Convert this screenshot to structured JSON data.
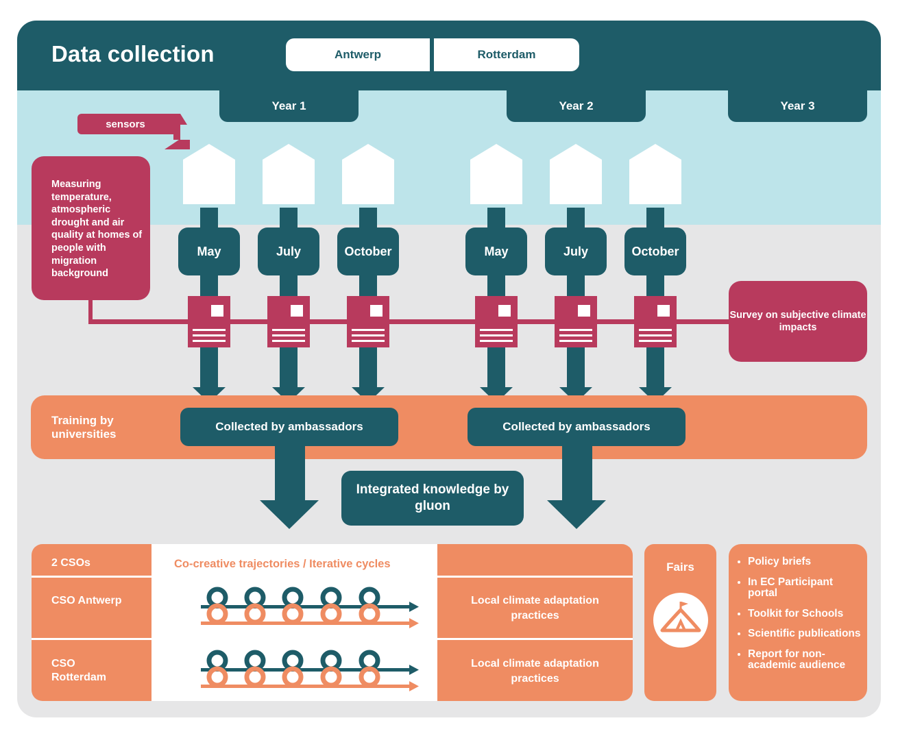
{
  "header": {
    "title": "Data collection",
    "tabs": [
      "Antwerp",
      "Rotterdam"
    ]
  },
  "years": [
    "Year 1",
    "Year 2",
    "Year 3"
  ],
  "sensors_label": "sensors",
  "measuring_text": "Measuring temperature, atmospheric drought and air quality at homes of people with migration background",
  "months": [
    "May",
    "July",
    "October",
    "May",
    "July",
    "October"
  ],
  "survey_text": "Survey on subjective climate impacts",
  "training_text": "Training by universities",
  "collected_label": "Collected by ambassadors",
  "integrated_text": "Integrated knowledge by gluon",
  "grid": {
    "csos_label": "2 CSOs",
    "cycles_label": "Co-creative trajectories / Iterative cycles",
    "rows": [
      {
        "org": "CSO Antwerp",
        "practice": "Local climate adaptation practices"
      },
      {
        "org": "CSO Rotterdam",
        "practice": "Local climate adaptation practices"
      }
    ]
  },
  "fairs_label": "Fairs",
  "outputs": [
    "Policy briefs",
    "In EC Participant portal",
    "Toolkit for Schools",
    "Scientific publications",
    "Report for non-academic audience"
  ],
  "colors": {
    "teal": "#1e5c68",
    "light_blue": "#bde4ea",
    "magenta": "#b83a5d",
    "orange": "#ef8c62",
    "grey": "#e6e6e7"
  }
}
